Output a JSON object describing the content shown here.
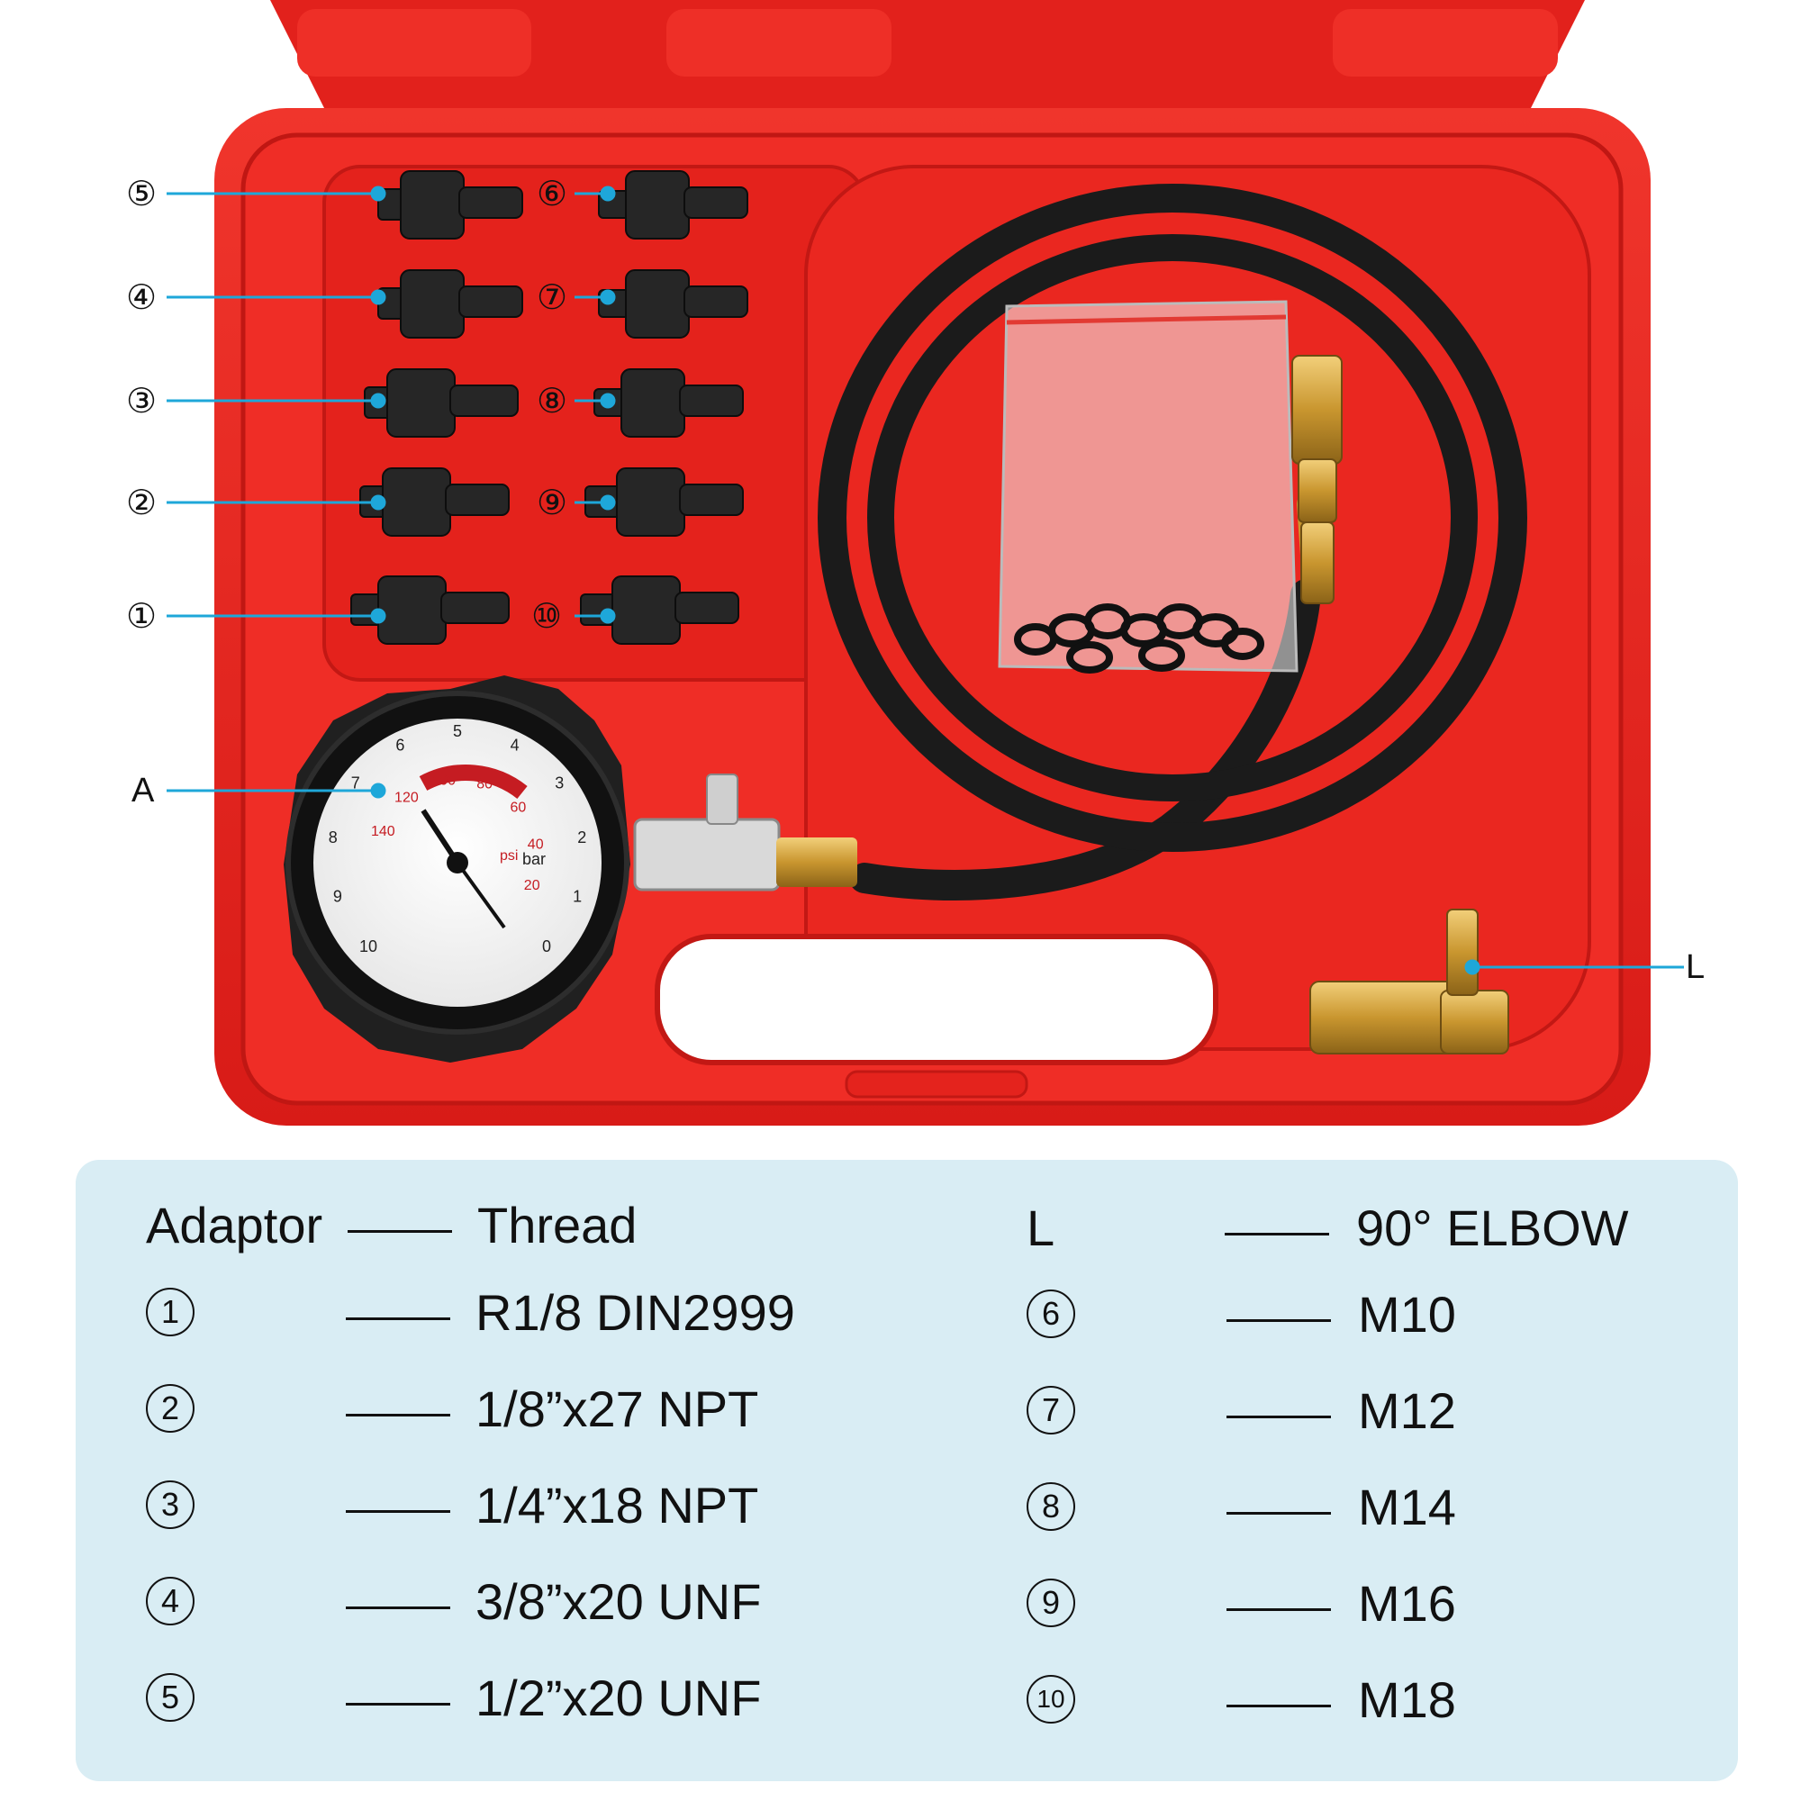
{
  "callouts": {
    "a5": "⑤",
    "a4": "④",
    "a3": "③",
    "a2": "②",
    "a1": "①",
    "a6": "⑥",
    "a7": "⑦",
    "a8": "⑧",
    "a9": "⑨",
    "a10": "⑩",
    "gauge": "A",
    "elbow": "L"
  },
  "legend": {
    "header_left": "Adaptor",
    "header_mid": "Thread",
    "header_right_key": "L",
    "header_right_val": "90° ELBOW",
    "left": [
      {
        "mark": "1",
        "thread": "R1/8 DIN2999"
      },
      {
        "mark": "2",
        "thread": "1/8”x27 NPT"
      },
      {
        "mark": "3",
        "thread": "1/4”x18 NPT"
      },
      {
        "mark": "4",
        "thread": "3/8”x20 UNF"
      },
      {
        "mark": "5",
        "thread": "1/2”x20 UNF"
      }
    ],
    "right": [
      {
        "mark": "6",
        "thread": "M10"
      },
      {
        "mark": "7",
        "thread": "M12"
      },
      {
        "mark": "8",
        "thread": "M14"
      },
      {
        "mark": "9",
        "thread": "M16"
      },
      {
        "mark": "10",
        "thread": "M18"
      }
    ]
  },
  "gauge_scale": {
    "bar": [
      "0",
      "1",
      "2",
      "3",
      "4",
      "5",
      "6",
      "7",
      "8",
      "9",
      "10"
    ],
    "psi": [
      "20",
      "40",
      "60",
      "80",
      "100",
      "120",
      "140"
    ],
    "bar_unit": "bar",
    "psi_unit": "psi"
  },
  "colors": {
    "case_red": "#e8231f",
    "case_dark": "#b5120f",
    "callout_line": "#1ea7d9",
    "legend_bg": "#d9edf4",
    "brass": "#c99a3a",
    "hose": "#1b1b1b"
  }
}
